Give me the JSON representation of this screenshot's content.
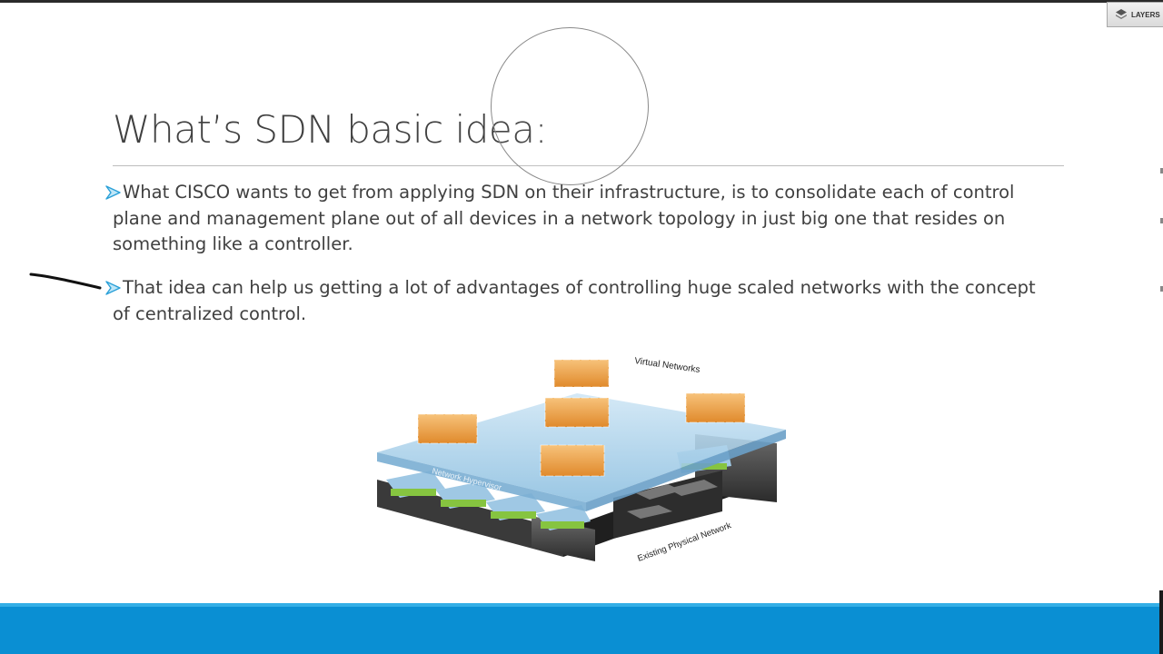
{
  "toolbar": {
    "layers_label": "LAYERS"
  },
  "slide": {
    "title": "What’s SDN basic idea:",
    "bullets": [
      {
        "text": "What CISCO wants to get from applying SDN on their infrastructure, is to consolidate each of control plane and management plane out of all devices in a network topology in just big one that resides on something like a controller."
      },
      {
        "text": "That idea can help us getting a lot of advantages of controlling huge scaled networks with the concept of centralized control."
      }
    ],
    "diagram": {
      "virtual_label": "Virtual Networks",
      "hypervisor_label": "Network Hypervisor",
      "physical_label": "Existing Physical Network"
    }
  },
  "colors": {
    "accent_bar": "#0a8fd3",
    "bullet_arrow": "#2aa0d8",
    "title_text": "#404040"
  }
}
